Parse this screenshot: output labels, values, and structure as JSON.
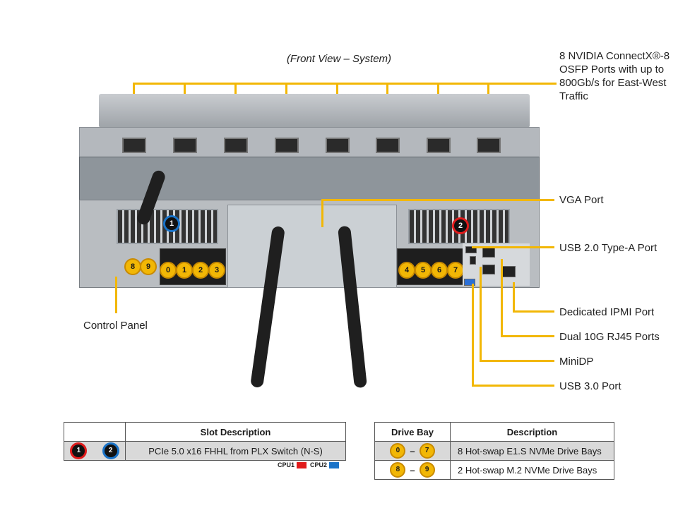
{
  "caption": "(Front View – System)",
  "callouts": {
    "osfp": "8 NVIDIA ConnectX®-8 OSFP Ports with up to 800Gb/s for East-West Traffic",
    "vga": "VGA Port",
    "usb2": "USB 2.0 Type-A Port",
    "ipmi": "Dedicated IPMI Port",
    "rj45": "Dual 10G RJ45 Ports",
    "minidp": "MiniDP",
    "usb3": "USB 3.0 Port",
    "control_panel": "Control Panel"
  },
  "drive_bays": [
    "0",
    "1",
    "2",
    "3",
    "4",
    "5",
    "6",
    "7"
  ],
  "m2_bays": [
    "8",
    "9"
  ],
  "slots": [
    "1",
    "2"
  ],
  "slot_table": {
    "header_badges": "",
    "header_desc": "Slot Description",
    "row": {
      "badges": [
        "1",
        "2"
      ],
      "desc": "PCIe 5.0 x16 FHHL from PLX Switch (N-S)"
    },
    "legend": [
      {
        "label": "CPU1",
        "color": "#e01b1b"
      },
      {
        "label": "CPU2",
        "color": "#1a73c8"
      }
    ]
  },
  "drive_table": {
    "headers": [
      "Drive Bay",
      "Description"
    ],
    "rows": [
      {
        "from": "0",
        "to": "7",
        "desc": "8 Hot-swap E1.S NVMe Drive Bays"
      },
      {
        "from": "8",
        "to": "9",
        "desc": "2 Hot-swap M.2 NVMe Drive Bays"
      }
    ]
  },
  "colors": {
    "callout_line": "#f2b705",
    "cpu1": "#e01b1b",
    "cpu2": "#1a73c8"
  }
}
